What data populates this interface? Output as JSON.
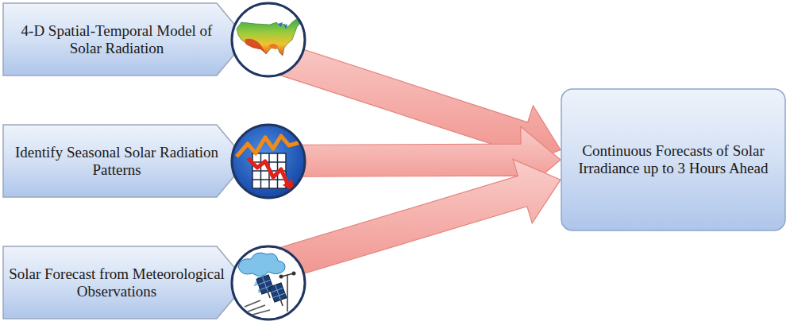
{
  "diagram": {
    "nodes": [
      {
        "text": [
          "4-D Spatial-Temporal Model of Solar Radiation"
        ]
      },
      {
        "text": [
          "Identify Seasonal Solar Radiation Patterns"
        ]
      },
      {
        "text": [
          "Solar Forecast from Meteorological Observations"
        ]
      },
      {
        "text": [
          "Continuous Forecasts of Solar Irradiance up to 3 Hours Ahead"
        ]
      }
    ],
    "edges": [
      {
        "from": 0,
        "to": 3,
        "arrow": "to"
      },
      {
        "from": 1,
        "to": 3,
        "arrow": "to"
      },
      {
        "from": 2,
        "to": 3,
        "arrow": "to"
      }
    ]
  }
}
